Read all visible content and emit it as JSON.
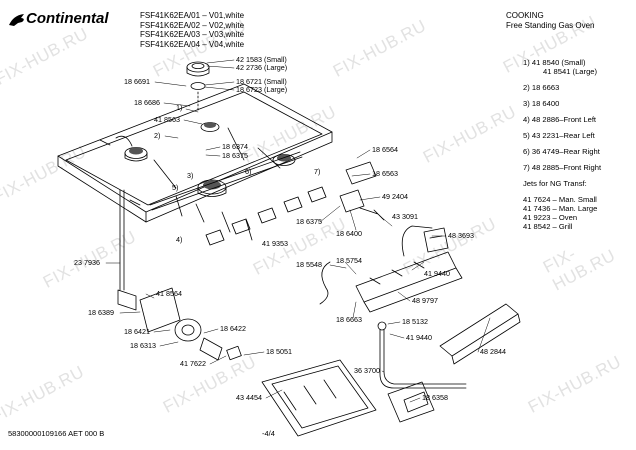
{
  "header": {
    "brand": "Continental",
    "models": [
      "FSF41K62EA/01 – V01,white",
      "FSF41K62EA/02 – V02,white",
      "FSF41K62EA/03 – V03,white",
      "FSF41K62EA/04 – V04,white"
    ],
    "category": "COOKING",
    "subcategory": "Free Standing Gas Oven"
  },
  "legend": {
    "items": [
      "1) 41 8540 (Small)",
      "41 8541 (Large)",
      "2) 18 6663",
      "3) 18 6400",
      "4) 48 2886–Front Left",
      "5) 43 2231–Rear Left",
      "6) 36 4749–Rear Right",
      "7) 48 2885–Front Right"
    ],
    "jets_title": "Jets for NG Transf:",
    "jets": [
      "41 7624 – Man. Small",
      "41 7436 – Man. Large",
      "41 9223 – Oven",
      "41 8542 – Grill"
    ]
  },
  "callouts": {
    "c01": "42 1583 (Small)",
    "c02": "42 2736 (Large)",
    "c03": "18 6691",
    "c04": "18 6721 (Small)",
    "c05": "18 6723 (Large)",
    "c06": "18 6686",
    "c07": "1)",
    "c08": "41 8563",
    "c09": "2)",
    "c10": "18 6374",
    "c11": "18 6375",
    "c12": "3)",
    "c13": "6)",
    "c14": "7)",
    "c15": "5)",
    "c16": "18 6564",
    "c17": "18 6563",
    "c18": "49 2404",
    "c19": "18 6375",
    "c20": "18 6400",
    "c21": "4)",
    "c22": "41 9353",
    "c23": "43 3091",
    "c24": "48 3693",
    "c25": "23 7936",
    "c26": "18 5548",
    "c27": "18 5754",
    "c28": "41 9440",
    "c29": "41 8564",
    "c30": "18 6389",
    "c31": "48 9797",
    "c32": "18 6663",
    "c33": "18 5132",
    "c34": "18 6421",
    "c35": "18 6422",
    "c36": "18 6313",
    "c37": "41 9440",
    "c38": "41 7622",
    "c39": "48 2844",
    "c40": "18 5051",
    "c41": "36 3700",
    "c42": "43 4454",
    "c43": "18 6358"
  },
  "watermark": "FIX-HUB.RU",
  "footer": {
    "doc_id": "58300000109166 AET 000 B",
    "page": "-4/4"
  }
}
